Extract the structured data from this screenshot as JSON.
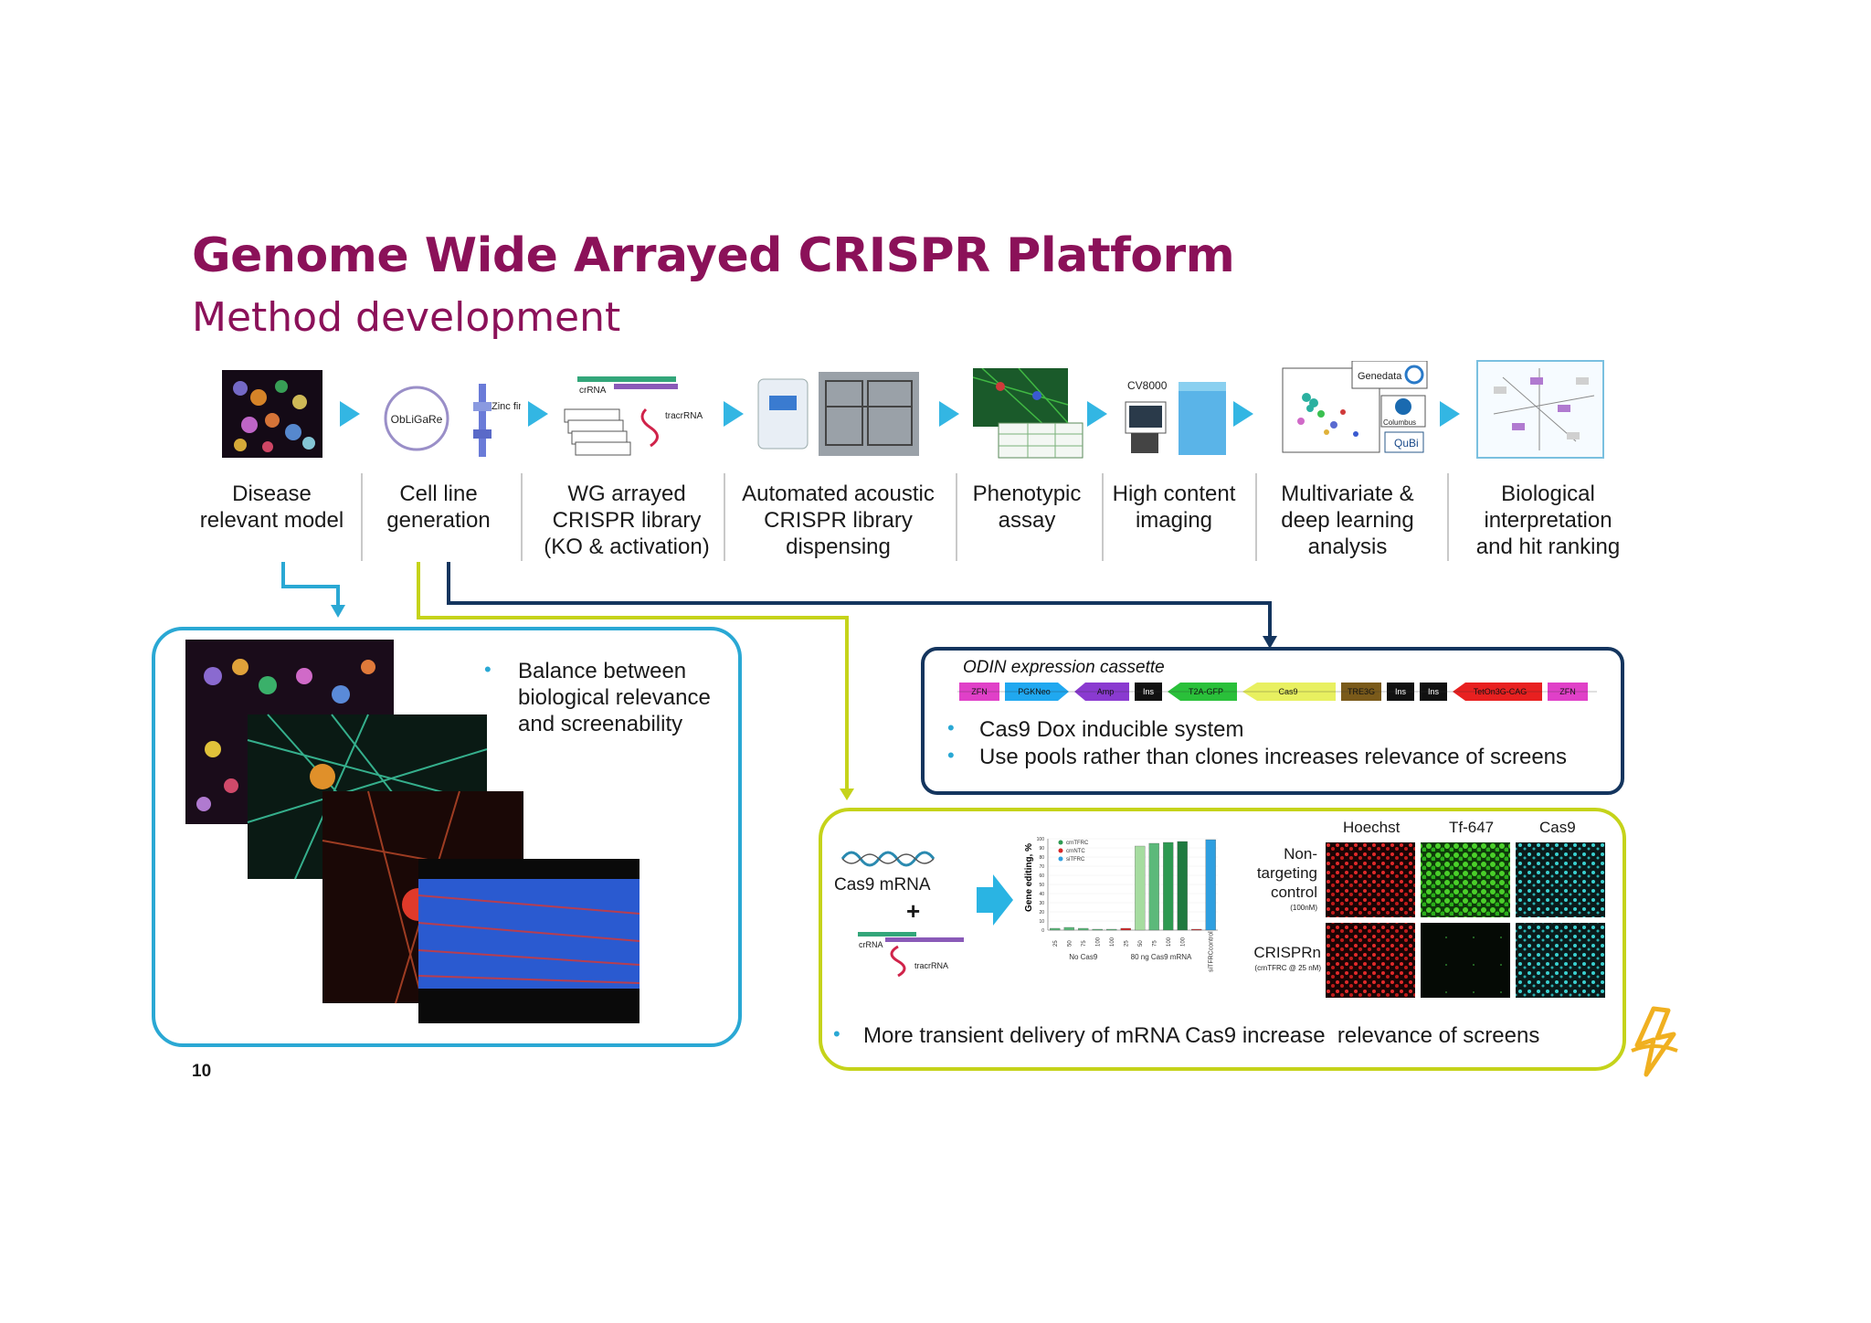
{
  "title": "Genome Wide Arrayed CRISPR Platform",
  "subtitle": "Method development",
  "page_number": "10",
  "steps": [
    {
      "label_lines": [
        "Disease",
        "relevant model"
      ]
    },
    {
      "label_lines": [
        "Cell line",
        "generation"
      ]
    },
    {
      "label_lines": [
        "WG arrayed",
        "CRISPR library",
        "(KO & activation)"
      ]
    },
    {
      "label_lines": [
        "Automated acoustic",
        "CRISPR library",
        "dispensing"
      ]
    },
    {
      "label_lines": [
        "Phenotypic",
        "assay"
      ]
    },
    {
      "label_lines": [
        "High content",
        "imaging"
      ]
    },
    {
      "label_lines": [
        "Multivariate &",
        "deep learning",
        "analysis"
      ]
    },
    {
      "label_lines": [
        "Biological",
        "interpretation",
        "and hit ranking"
      ]
    }
  ],
  "thumb_text": {
    "obligare": "ObLiGaRe",
    "zinc": "Zinc fingers",
    "crrna": "crRNA",
    "tracrrna": "tracrRNA",
    "cv8000": "CV8000",
    "genedata": "Genedata",
    "columbus": "Columbus",
    "qubi": "QuBi"
  },
  "box_blue": {
    "bullets": [
      "Balance between biological relevance and screenability"
    ]
  },
  "box_navy": {
    "cassette_title": "ODIN expression cassette",
    "cassette_segments": [
      "ZFN",
      "PGKNeo",
      "Amp",
      "Ins",
      "T2A-GFP",
      "Cas9",
      "TRE3G",
      "Ins",
      "Ins",
      "TetOn3G-CAG",
      "ZFN"
    ],
    "bullets": [
      "Cas9 Dox inducible system",
      "Use pools rather than clones increases relevance of screens"
    ]
  },
  "box_green": {
    "cas9_mrna": "Cas9 mRNA",
    "plus": "+",
    "crrna": "crRNA",
    "tracrrna": "tracrRNA",
    "bullets": [
      "More transient delivery of mRNA Cas9 increase  relevance of screens"
    ],
    "micro_cols": [
      "Hoechst",
      "Tf-647",
      "Cas9"
    ],
    "micro_rows": [
      {
        "label_lines": [
          "Non-",
          "targeting",
          "control"
        ],
        "sub": "(100nM)"
      },
      {
        "label_lines": [
          "CRISPRn"
        ],
        "sub": "(crnTFRC @ 25 nM)"
      }
    ]
  },
  "chart_data": {
    "type": "bar",
    "ylabel": "Gene editing, %",
    "ylim": [
      0,
      100
    ],
    "yticks": [
      "0",
      "10",
      "20",
      "30",
      "40",
      "50",
      "60",
      "70",
      "80",
      "90",
      "100"
    ],
    "legend": [
      "crnTFRC",
      "crnNTC",
      "siTFRC"
    ],
    "group_labels": [
      "No Cas9",
      "80 ng Cas9 mRNA",
      "siTFRCcontrol"
    ],
    "tick_labels": [
      "25",
      "50",
      "75",
      "100",
      "100",
      "25",
      "50",
      "75",
      "100",
      "100"
    ],
    "values": [
      2,
      3,
      2,
      1,
      1,
      2,
      92,
      95,
      96,
      97,
      1,
      99
    ],
    "colors": [
      "#5cb97a",
      "#5cb97a",
      "#5cb97a",
      "#5cb97a",
      "#5cb97a",
      "#d62728",
      "#a6dca0",
      "#5cb97a",
      "#2e9a52",
      "#1f7a3f",
      "#d62728",
      "#2f9fe0"
    ],
    "legend_colors": [
      "#2e9a52",
      "#d62728",
      "#2f9fe0"
    ]
  }
}
